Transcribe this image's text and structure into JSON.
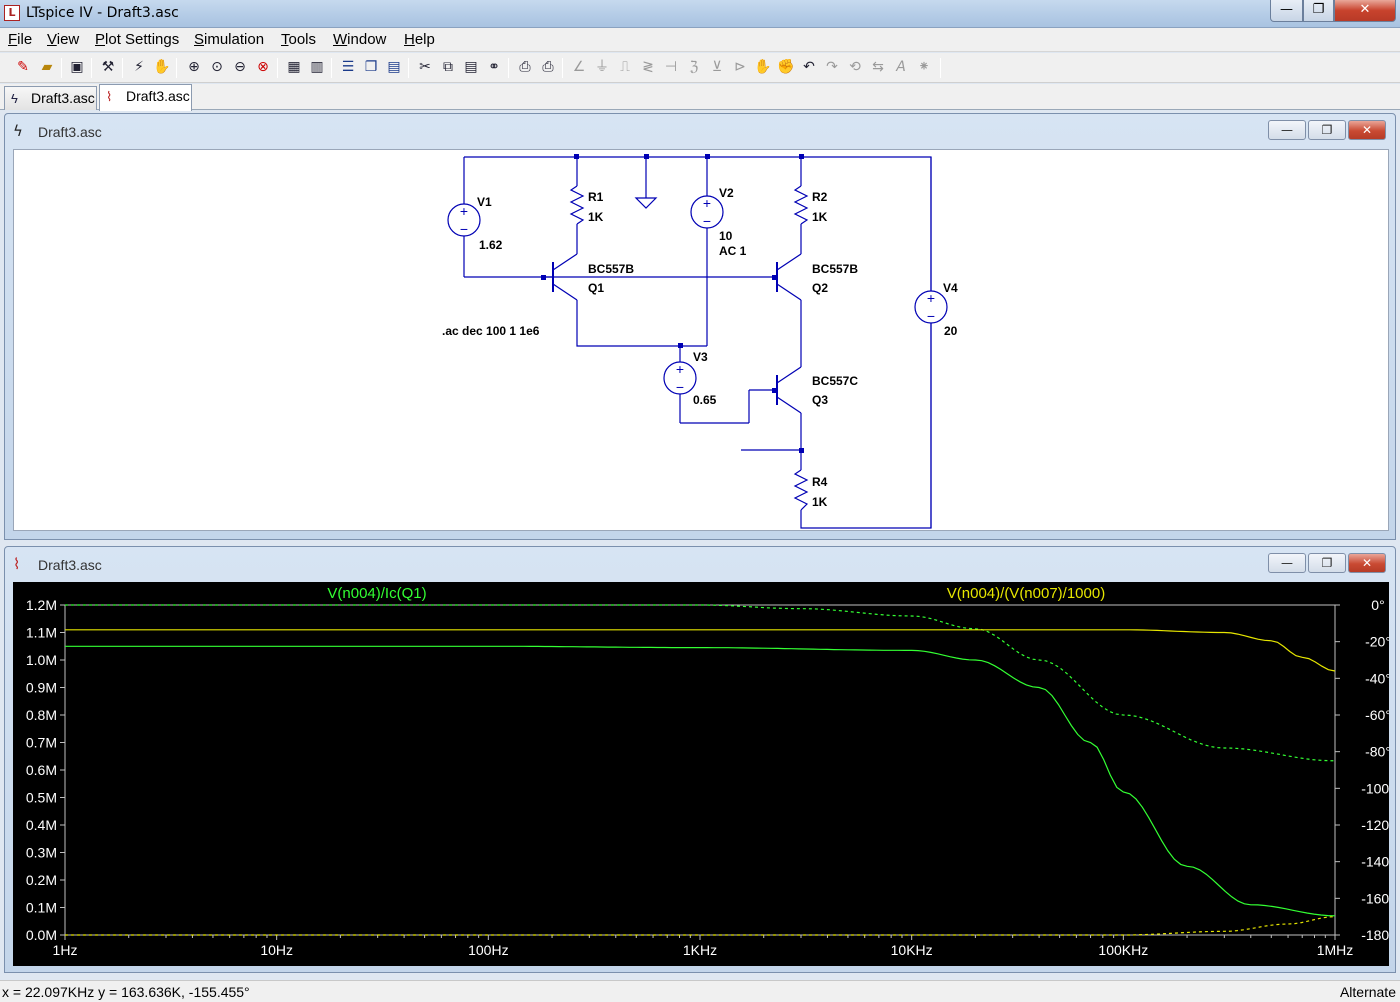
{
  "window": {
    "title": "LTspice IV - Draft3.asc",
    "minimize": "—",
    "maximize": "❐",
    "close": "✕"
  },
  "menu": [
    "File",
    "View",
    "Plot Settings",
    "Simulation",
    "Tools",
    "Window",
    "Help"
  ],
  "tabs": [
    {
      "label": "Draft3.asc",
      "icon": "schematic-icon"
    },
    {
      "label": "Draft3.asc",
      "icon": "waveform-icon"
    }
  ],
  "schematic_window": {
    "title": "Draft3.asc"
  },
  "plot_window": {
    "title": "Draft3.asc"
  },
  "schematic": {
    "components": {
      "v1": {
        "name": "V1",
        "value": "1.62"
      },
      "v2": {
        "name": "V2",
        "value": "10",
        "value2": "AC 1"
      },
      "v3": {
        "name": "V3",
        "value": "0.65"
      },
      "v4": {
        "name": "V4",
        "value": "20"
      },
      "r1": {
        "name": "R1",
        "value": "1K"
      },
      "r2": {
        "name": "R2",
        "value": "1K"
      },
      "r4": {
        "name": "R4",
        "value": "1K"
      },
      "q1": {
        "name": "Q1",
        "model": "BC557B"
      },
      "q2": {
        "name": "Q2",
        "model": "BC557B"
      },
      "q3": {
        "name": "Q3",
        "model": "BC557C"
      }
    },
    "directive": ".ac dec 100 1 1e6"
  },
  "chart_data": {
    "type": "line",
    "background": "#000000",
    "x_scale": "log",
    "xlim": [
      "1Hz",
      "1MHz"
    ],
    "x_ticks": [
      "1Hz",
      "10Hz",
      "100Hz",
      "1KHz",
      "10KHz",
      "100KHz",
      "1MHz"
    ],
    "y_ticks_left": [
      "1.2M",
      "1.1M",
      "1.0M",
      "0.9M",
      "0.8M",
      "0.7M",
      "0.6M",
      "0.5M",
      "0.4M",
      "0.3M",
      "0.2M",
      "0.1M",
      "0.0M"
    ],
    "y_ticks_right": [
      "0°",
      "-20°",
      "-40°",
      "-60°",
      "-80°",
      "-100°",
      "-120°",
      "-140°",
      "-160°",
      "-180°"
    ],
    "ylim_left": [
      0,
      1200000
    ],
    "ylim_right": [
      -180,
      0
    ],
    "series": [
      {
        "name": "V(n004)/Ic(Q1)",
        "color": "#33ff33",
        "magnitude": [
          [
            1,
            1050000
          ],
          [
            100,
            1050000
          ],
          [
            1000,
            1045000
          ],
          [
            10000,
            1035000
          ],
          [
            20000,
            1000000
          ],
          [
            40000,
            900000
          ],
          [
            70000,
            700000
          ],
          [
            100000,
            520000
          ],
          [
            200000,
            250000
          ],
          [
            400000,
            110000
          ],
          [
            1000000,
            70000
          ]
        ],
        "phase_deg": [
          [
            1,
            0
          ],
          [
            1000,
            0
          ],
          [
            3000,
            -2
          ],
          [
            10000,
            -6
          ],
          [
            20000,
            -13
          ],
          [
            40000,
            -30
          ],
          [
            100000,
            -60
          ],
          [
            300000,
            -78
          ],
          [
            1000000,
            -85
          ]
        ]
      },
      {
        "name": "V(n004)/(V(n007)/1000)",
        "color": "#e6e600",
        "magnitude": [
          [
            1,
            1110000
          ],
          [
            100000,
            1110000
          ],
          [
            300000,
            1100000
          ],
          [
            500000,
            1070000
          ],
          [
            700000,
            1010000
          ],
          [
            1000000,
            960000
          ]
        ],
        "phase_deg": [
          [
            1,
            -180
          ],
          [
            100000,
            -180
          ],
          [
            300000,
            -178
          ],
          [
            600000,
            -174
          ],
          [
            1000000,
            -170
          ]
        ]
      }
    ]
  },
  "status": {
    "coords": "x = 22.097KHz    y = 163.636K, -155.455°",
    "mode": "Alternate"
  }
}
